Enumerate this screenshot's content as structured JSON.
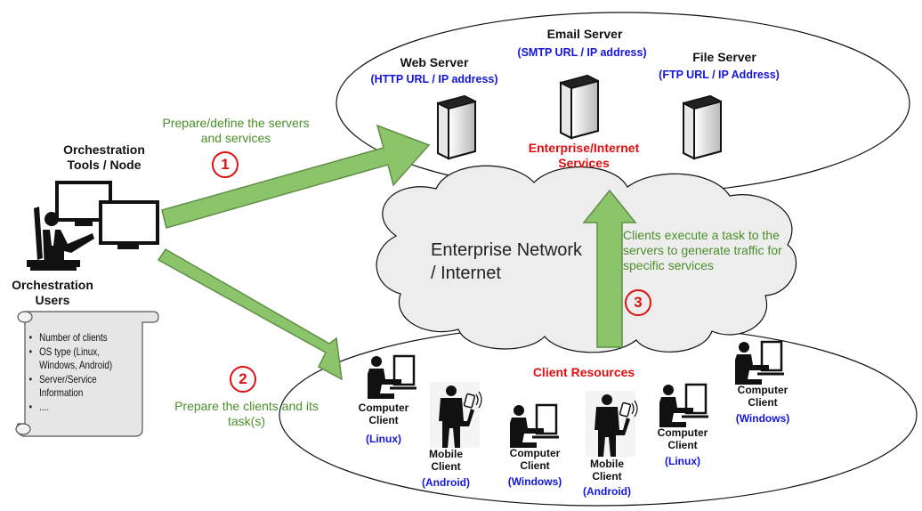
{
  "orchestration": {
    "tools_title": "Orchestration\nTools / Node",
    "users_title": "Orchestration\nUsers",
    "requirements": [
      "Number of clients",
      "OS type (Linux,",
      "Windows, Android)",
      "Server/Service",
      "Information",
      "...."
    ]
  },
  "servers": {
    "web": {
      "name": "Web Server",
      "address": "(HTTP URL / IP address)"
    },
    "email": {
      "name": "Email Server",
      "address": "(SMTP URL / IP address)"
    },
    "file": {
      "name": "File Server",
      "address": "(FTP URL / IP Address)"
    },
    "group_label": "Enterprise/Internet\nServices"
  },
  "network_label": "Enterprise Network\n/ Internet",
  "steps": [
    {
      "number": "1",
      "text": "Prepare/define the servers\nand services"
    },
    {
      "number": "2",
      "text": "Prepare the clients and its\ntask(s)"
    },
    {
      "number": "3",
      "text": "Clients execute a task to the\nservers to generate traffic for\nspecific services"
    }
  ],
  "clients": {
    "group_label": "Client Resources",
    "items": [
      {
        "name": "Computer\nClient",
        "os": "(Linux)"
      },
      {
        "name": "Mobile\nClient",
        "os": "(Android)"
      },
      {
        "name": "Computer\nClient",
        "os": "(Windows)"
      },
      {
        "name": "Mobile\nClient",
        "os": "(Android)"
      },
      {
        "name": "Computer\nClient",
        "os": "(Linux)"
      },
      {
        "name": "Computer\nClient",
        "os": "(Windows)"
      }
    ]
  },
  "colors": {
    "step_text": "#4a8f2a",
    "step_number": "#e01010",
    "address_text": "#1515e0",
    "arrow_fill": "#8cc46c",
    "arrow_stroke": "#5f8f45"
  }
}
